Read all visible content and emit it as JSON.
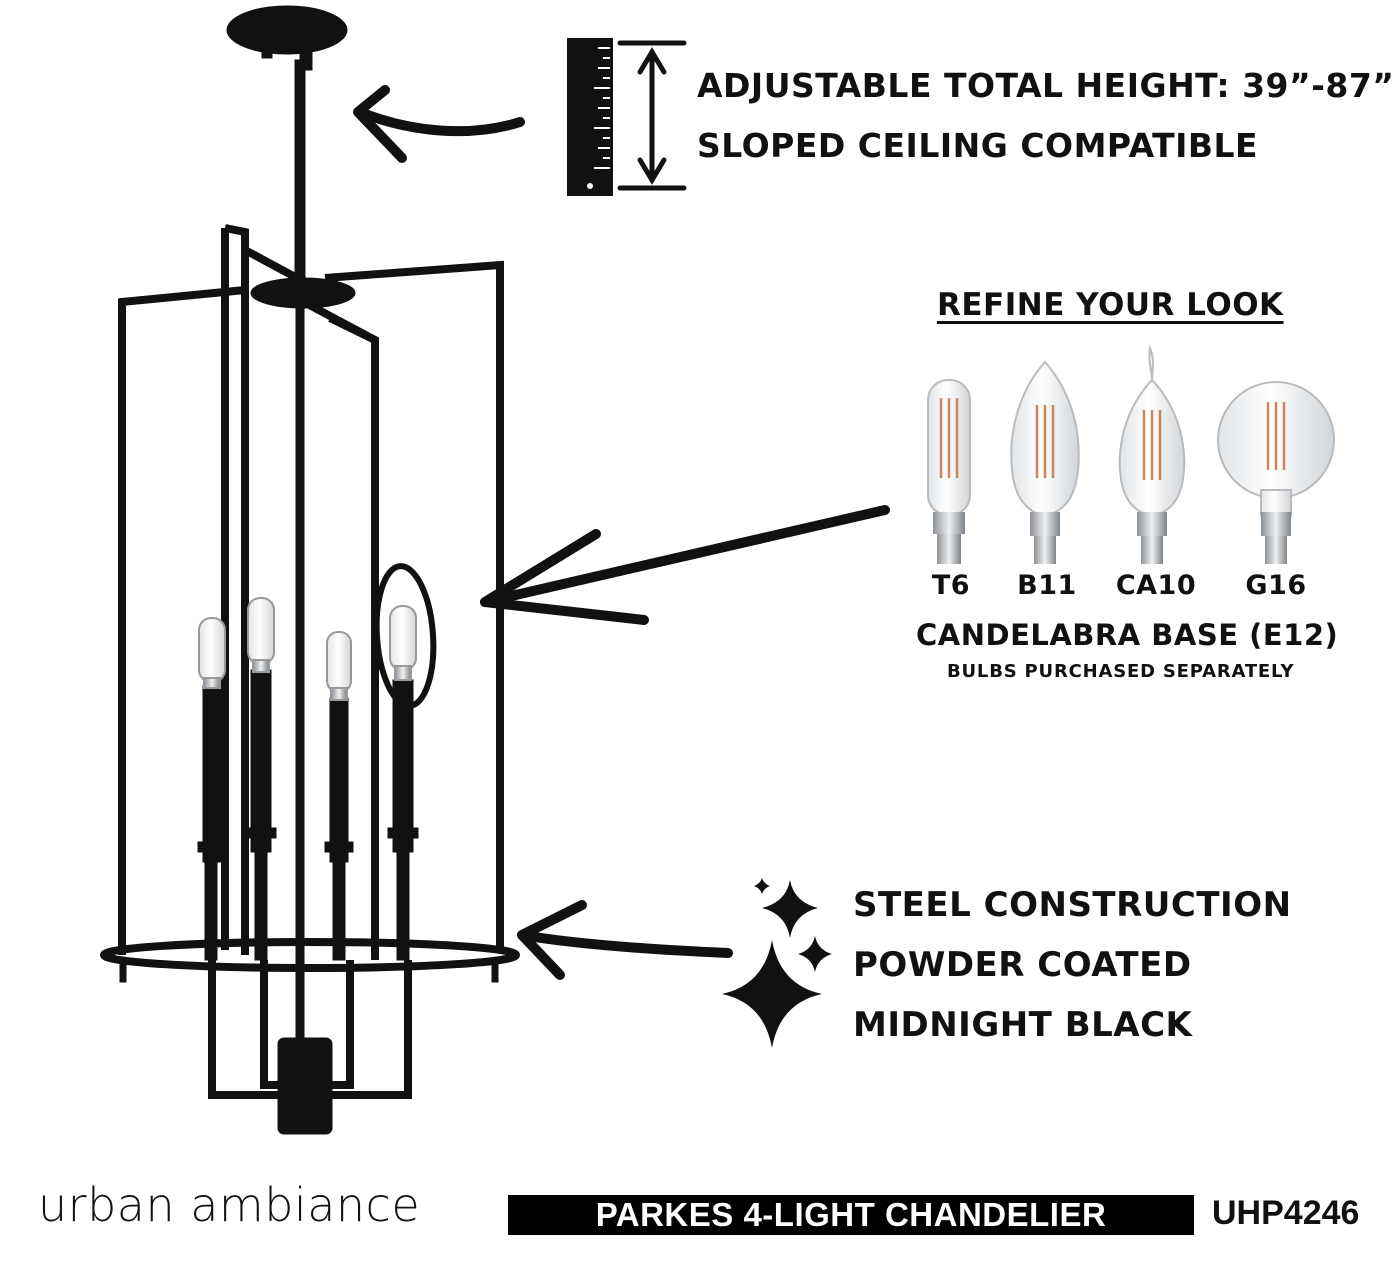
{
  "height_feature": {
    "line1": "ADJUSTABLE TOTAL HEIGHT: 39”-87”",
    "line2": "SLOPED CEILING COMPATIBLE",
    "icon": "ruler-icon"
  },
  "bulbs": {
    "title": "REFINE YOUR LOOK",
    "types": [
      {
        "label": "T6",
        "icon": "t6-bulb-icon"
      },
      {
        "label": "B11",
        "icon": "b11-bulb-icon"
      },
      {
        "label": "CA10",
        "icon": "ca10-bulb-icon"
      },
      {
        "label": "G16",
        "icon": "g16-bulb-icon"
      }
    ],
    "base": "CANDELABRA BASE (E12)",
    "note": "BULBS PURCHASED SEPARATELY"
  },
  "materials": {
    "lines": [
      "STEEL CONSTRUCTION",
      "POWDER COATED",
      "MIDNIGHT BLACK"
    ],
    "icon": "sparkle-icon"
  },
  "footer": {
    "brand": "urban ambiance",
    "product": "PARKES 4-LIGHT CHANDELIER",
    "model": "UHP4246"
  },
  "colors": {
    "ink": "#111111",
    "bar": "#000000",
    "bar_text": "#ffffff",
    "filament": "#c9865a",
    "glass": "#e9eef2",
    "metal": "#b8bcc2"
  }
}
